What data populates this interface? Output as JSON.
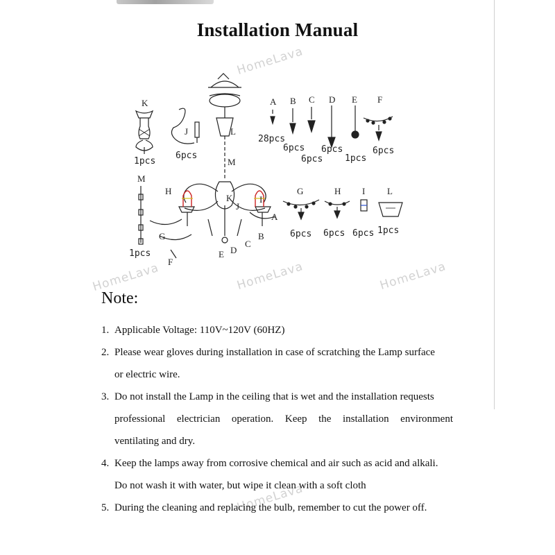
{
  "title": "Installation Manual",
  "watermark": "HomeLava",
  "parts": {
    "top_row": [
      {
        "letter": "A",
        "qty": "28pcs"
      },
      {
        "letter": "B",
        "qty": "6pcs"
      },
      {
        "letter": "C",
        "qty": "6pcs"
      },
      {
        "letter": "D",
        "qty": "6pcs"
      },
      {
        "letter": "E",
        "qty": "1pcs"
      },
      {
        "letter": "F",
        "qty": "6pcs"
      }
    ],
    "left": [
      {
        "letter": "K",
        "qty": "1pcs"
      },
      {
        "letter": "J",
        "qty": "6pcs"
      },
      {
        "letter": "M",
        "qty": "1pcs"
      }
    ],
    "bottom_row": [
      {
        "letter": "G",
        "qty": "6pcs"
      },
      {
        "letter": "H",
        "qty": "6pcs"
      },
      {
        "letter": "I",
        "qty": "6pcs"
      },
      {
        "letter": "L",
        "qty": "1pcs"
      }
    ],
    "assembly_labels": [
      "L",
      "M",
      "H",
      "K",
      "J",
      "I",
      "A",
      "G",
      "B",
      "C",
      "D",
      "E",
      "F"
    ]
  },
  "note": {
    "heading": "Note:",
    "items": [
      {
        "num": "1.",
        "lines": [
          "Applicable Voltage: 110V~120V (60HZ)"
        ]
      },
      {
        "num": "2.",
        "lines": [
          "Please wear gloves during installation in case of scratching the Lamp surface",
          "or electric wire."
        ]
      },
      {
        "num": "3.",
        "lines": [
          "Do not install the Lamp in the ceiling that is wet and the installation requests",
          "professional electrician operation. Keep the installation environment",
          "ventilating and dry."
        ]
      },
      {
        "num": "4.",
        "lines": [
          "Keep the lamps away from corrosive chemical and air such as acid and alkali.",
          "Do not wash it with water, but wipe it clean with a soft cloth"
        ]
      },
      {
        "num": "5.",
        "lines": [
          "During the cleaning and replacing the bulb, remember to cut the power off."
        ]
      }
    ]
  }
}
